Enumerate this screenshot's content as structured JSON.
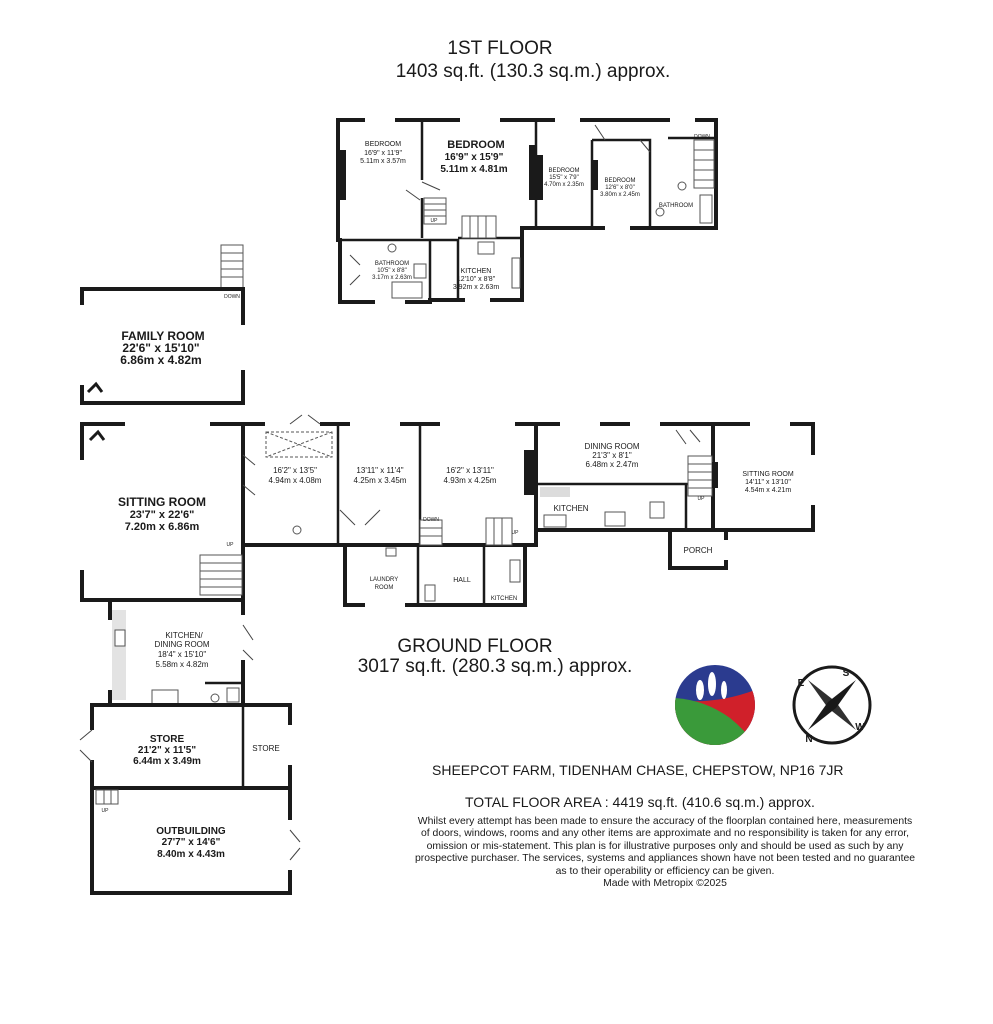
{
  "first_floor": {
    "title": "1ST FLOOR",
    "area": "1403 sq.ft. (130.3 sq.m.) approx.",
    "rooms": {
      "bed1": {
        "name": "BEDROOM",
        "imp": "16'9\"  x 11'9\"",
        "met": "5.11m  x 3.57m"
      },
      "bed2": {
        "name": "BEDROOM",
        "imp": "16'9\"  x 15'9\"",
        "met": "5.11m  x 4.81m"
      },
      "bed3": {
        "name": "BEDROOM",
        "imp": "15'5\"  x 7'9\"",
        "met": "4.70m  x 2.35m"
      },
      "bed4": {
        "name": "BEDROOM",
        "imp": "12'6\"  x 8'0\"",
        "met": "3.80m  x 2.45m"
      },
      "bath1": {
        "name": "BATHROOM"
      },
      "bath2": {
        "name": "BATHROOM",
        "imp": "10'5\"  x 8'8\"",
        "met": "3.17m  x 2.63m"
      },
      "kitchen": {
        "name": "KITCHEN",
        "imp": "12'10\"  x 8'8\"",
        "met": "3.92m  x 2.63m"
      }
    },
    "stair_labels": {
      "down": "DOWN",
      "up": "UP"
    }
  },
  "family_room": {
    "name": "FAMILY ROOM",
    "imp": "22'6\"  x 15'10\"",
    "met": "6.86m  x 4.82m",
    "stair": "DOWN"
  },
  "ground_floor": {
    "title": "GROUND FLOOR",
    "area": "3017 sq.ft. (280.3 sq.m.) approx.",
    "rooms": {
      "sitting1": {
        "name": "SITTING ROOM",
        "imp": "23'7\"  x 22'6\"",
        "met": "7.20m  x 6.86m"
      },
      "room_a": {
        "imp": "16'2\"  x 13'5\"",
        "met": "4.94m  x 4.08m"
      },
      "room_b": {
        "imp": "13'11\"  x 11'4\"",
        "met": "4.25m  x 3.45m"
      },
      "room_c": {
        "imp": "16'2\"  x 13'11\"",
        "met": "4.93m  x 4.25m"
      },
      "dining": {
        "name": "DINING ROOM",
        "imp": "21'3\"  x 8'1\"",
        "met": "6.48m  x 2.47m"
      },
      "kitchen_e": {
        "name": "KITCHEN"
      },
      "sitting2": {
        "name": "SITTING ROOM",
        "imp": "14'11\"  x 13'10\"",
        "met": "4.54m  x 4.21m"
      },
      "porch": {
        "name": "PORCH"
      },
      "laundry": {
        "name1": "LAUNDRY",
        "name2": "ROOM"
      },
      "hall": {
        "name": "HALL"
      },
      "kitchen_s": {
        "name": "KITCHEN"
      },
      "kitchen_dining": {
        "name1": "KITCHEN/",
        "name2": "DINING ROOM",
        "imp": "18'4\"  x 15'10\"",
        "met": "5.58m  x 4.82m"
      },
      "store1": {
        "name": "STORE",
        "imp": "21'2\"  x 11'5\"",
        "met": "6.44m  x 3.49m"
      },
      "store2": {
        "name": "STORE"
      },
      "outbuilding": {
        "name": "OUTBUILDING",
        "imp": "27'7\"  x 14'6\"",
        "met": "8.40m  x 4.43m"
      }
    },
    "stair_labels": {
      "up": "UP",
      "down": "DOWN"
    }
  },
  "footer": {
    "address": "SHEEPCOT FARM, TIDENHAM CHASE, CHEPSTOW, NP16 7JR",
    "total": "TOTAL FLOOR AREA : 4419 sq.ft. (410.6 sq.m.) approx.",
    "disclaimer": [
      "Whilst every attempt has been made to ensure the accuracy of the floorplan contained here, measurements",
      "of doors, windows, rooms and any other items are approximate and no responsibility is taken for any error,",
      "omission or mis-statement. This plan is for illustrative purposes only and should be used as such by any",
      "prospective purchaser. The services, systems and appliances shown have not been tested and no guarantee",
      "as to their operability or efficiency can be given."
    ],
    "credit": "Made with Metropix ©2025"
  },
  "compass": {
    "letters": [
      "S",
      "E",
      "N",
      "W"
    ]
  },
  "logo": {
    "colors": {
      "blue": "#2b3b8f",
      "green": "#3a9a3a",
      "red": "#d0202a"
    }
  }
}
